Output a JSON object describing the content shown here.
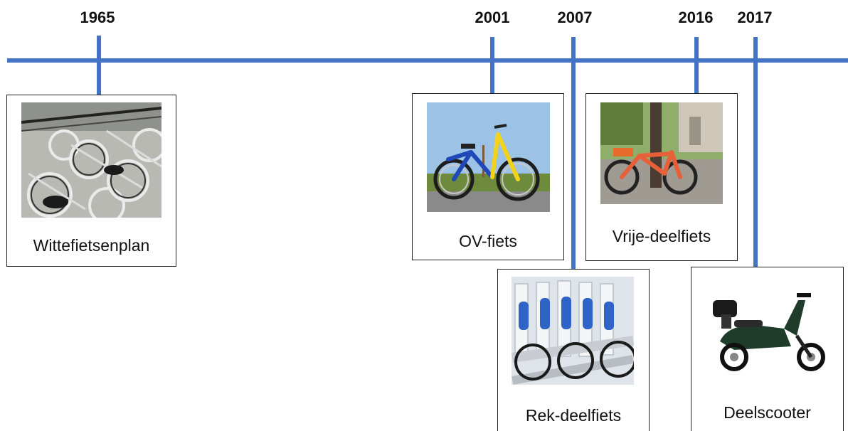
{
  "timeline": {
    "line_color": "#4472c4",
    "events": [
      {
        "year": "1965",
        "label": "Wittefietsenplan",
        "picture": "white-bicycles-photo"
      },
      {
        "year": "2001",
        "label": "OV-fiets",
        "picture": "ov-fiets-bicycle-photo"
      },
      {
        "year": "2007",
        "label": "Rek-deelfiets",
        "picture": "bike-rack-photo"
      },
      {
        "year": "2016",
        "label": "Vrije-deelfiets",
        "picture": "orange-bicycle-photo"
      },
      {
        "year": "2017",
        "label": "Deelscooter",
        "picture": "electric-scooter-photo"
      }
    ]
  }
}
